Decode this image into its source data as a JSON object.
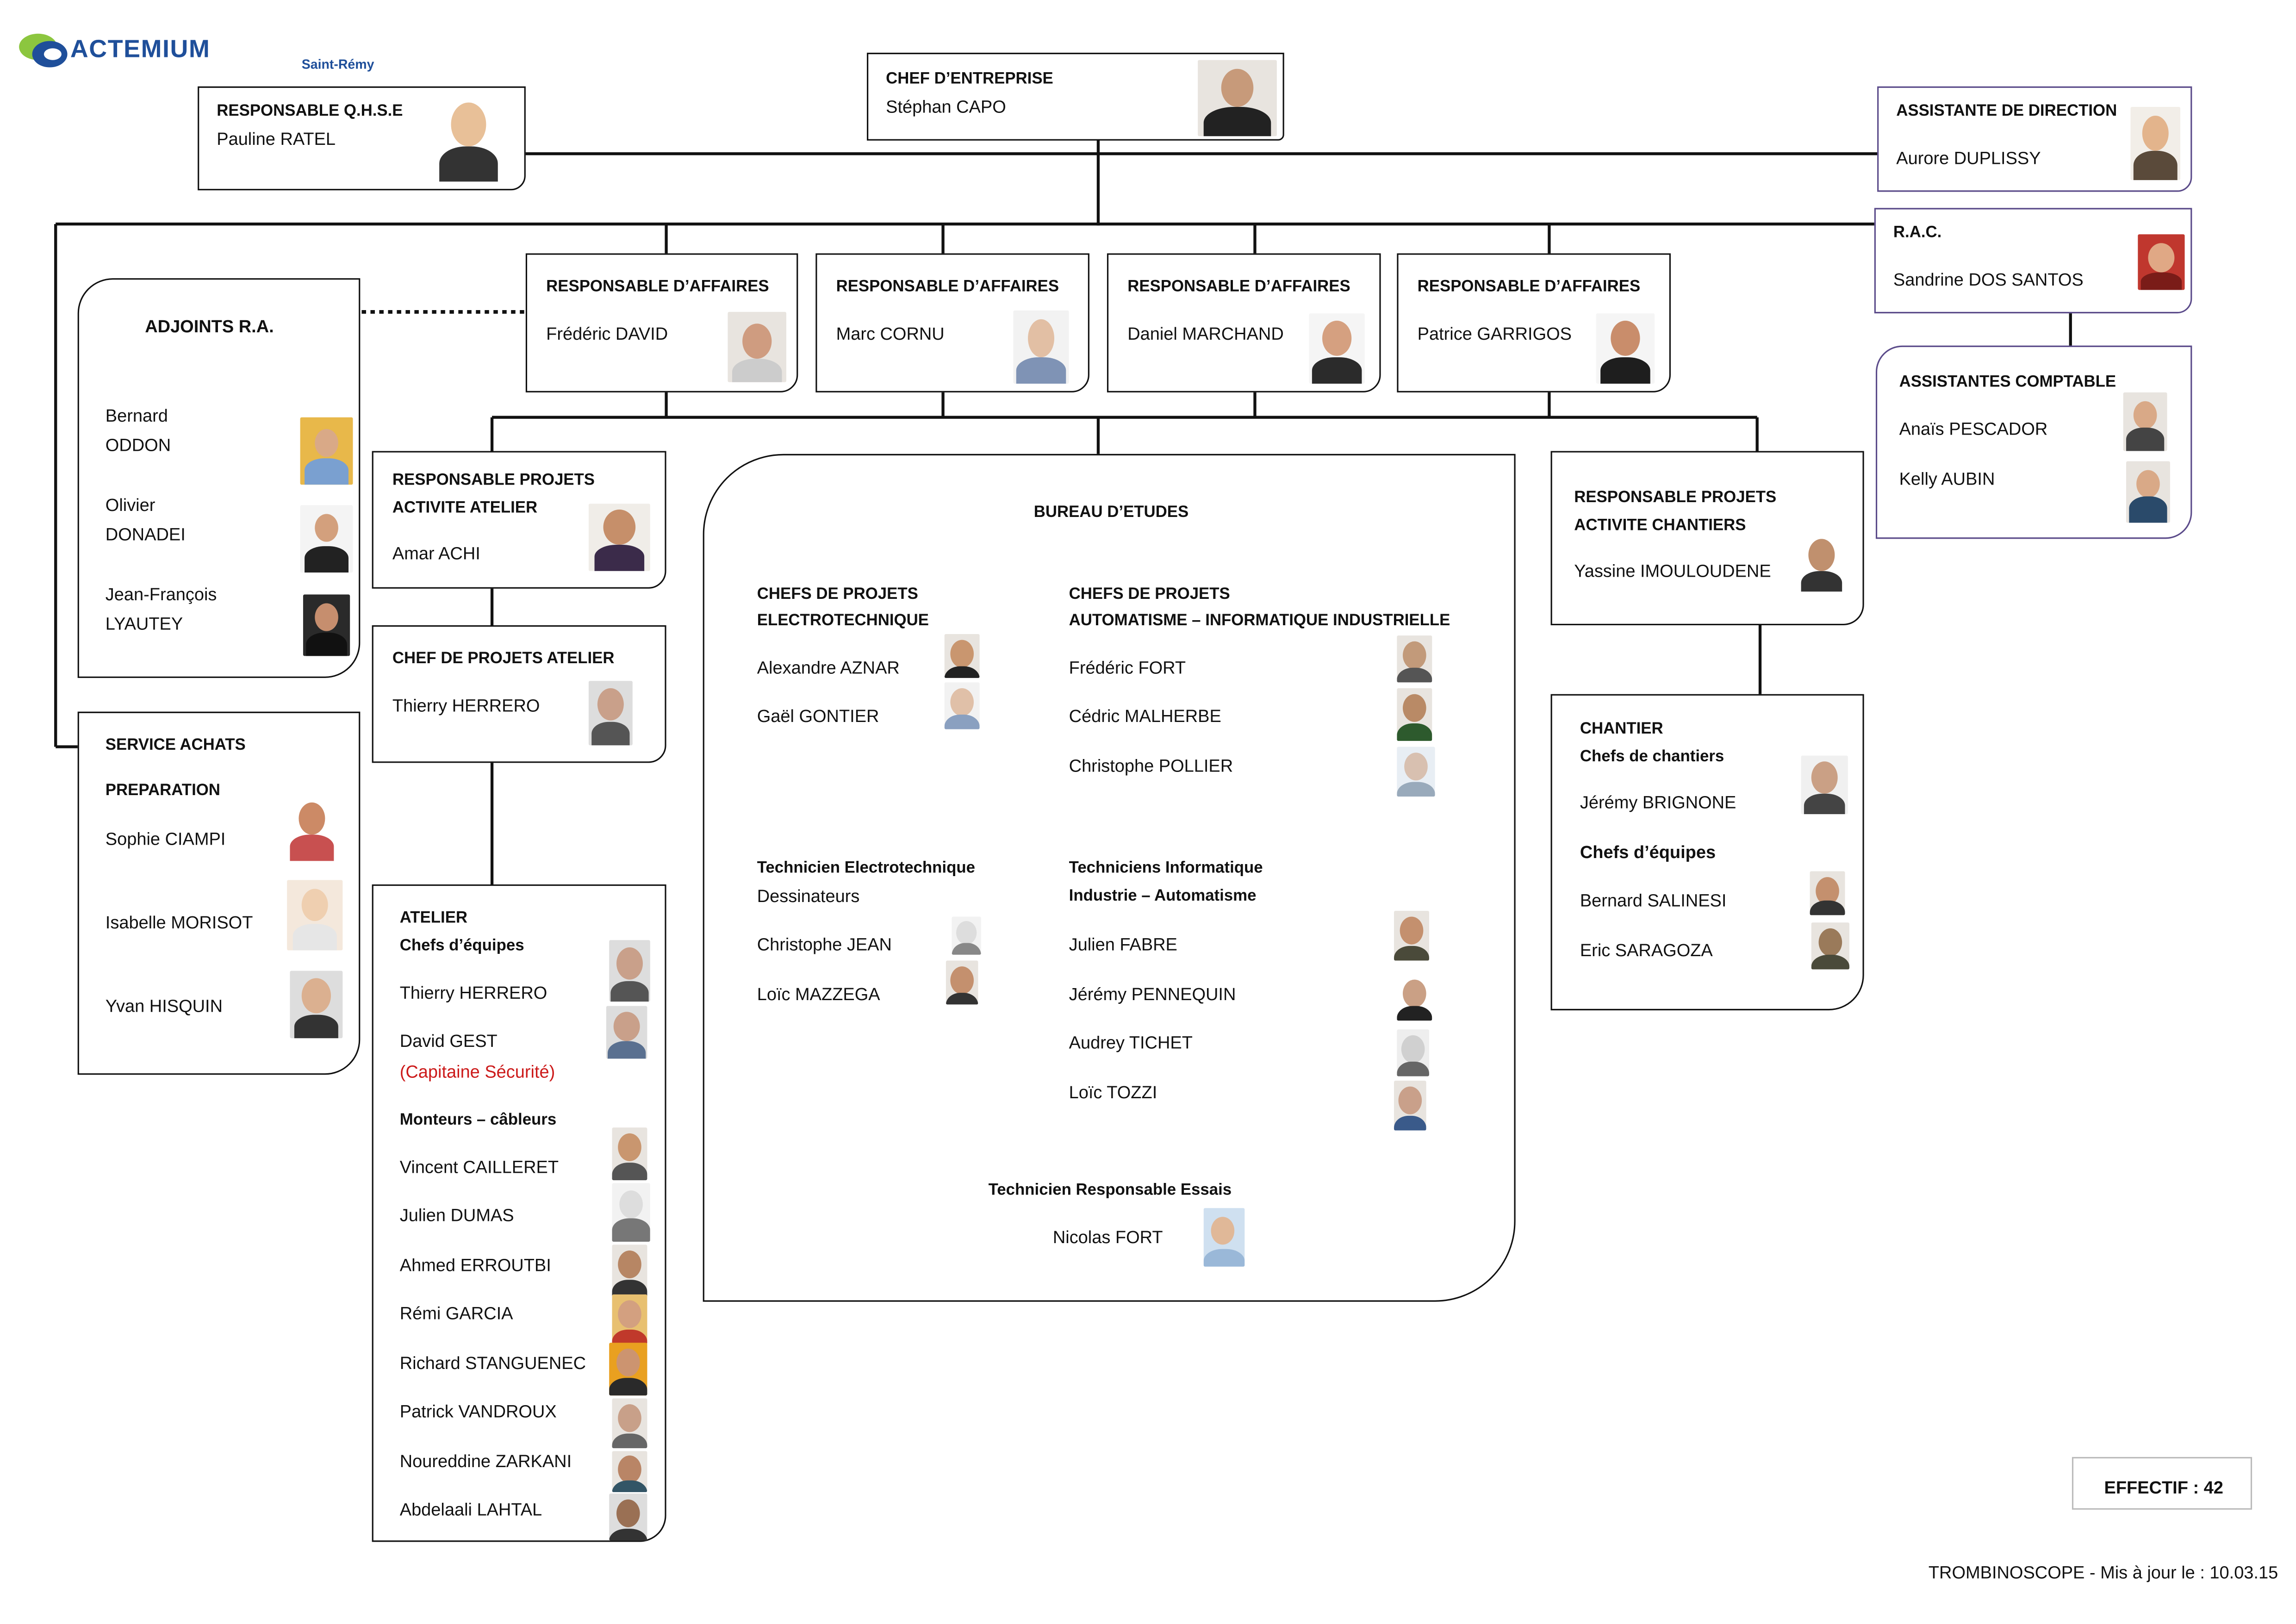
{
  "logo": {
    "brand": "ACTEMIUM",
    "site": "Saint-Rémy"
  },
  "chef": {
    "title": "CHEF D’ENTREPRISE",
    "name": "Stéphan CAPO"
  },
  "qhse": {
    "title": "RESPONSABLE Q.H.S.E",
    "name": "Pauline RATEL"
  },
  "assistante_direction": {
    "title": "ASSISTANTE DE DIRECTION",
    "name": "Aurore DUPLISSY"
  },
  "rac": {
    "title": "R.A.C.",
    "name": "Sandrine DOS SANTOS"
  },
  "assistantes_comptable": {
    "title": "ASSISTANTES COMPTABLE",
    "names": [
      "Anaïs PESCADOR",
      "Kelly AUBIN"
    ]
  },
  "affaires": [
    {
      "title": "RESPONSABLE D’AFFAIRES",
      "name": "Frédéric DAVID"
    },
    {
      "title": "RESPONSABLE D’AFFAIRES",
      "name": "Marc CORNU"
    },
    {
      "title": "RESPONSABLE D’AFFAIRES",
      "name": "Daniel MARCHAND"
    },
    {
      "title": "RESPONSABLE D’AFFAIRES",
      "name": "Patrice GARRIGOS"
    }
  ],
  "adjoints": {
    "title": "ADJOINTS R.A.",
    "people": [
      {
        "l1": "Bernard",
        "l2": "ODDON"
      },
      {
        "l1": "Olivier",
        "l2": "DONADEI"
      },
      {
        "l1": "Jean-François",
        "l2": "LYAUTEY"
      }
    ]
  },
  "achats": {
    "title": "SERVICE ACHATS",
    "subtitle": "PREPARATION",
    "names": [
      "Sophie CIAMPI",
      "Isabelle MORISOT",
      "Yvan HISQUIN"
    ]
  },
  "rp_atelier": {
    "title1": "RESPONSABLE PROJETS",
    "title2": "ACTIVITE ATELIER",
    "name": "Amar ACHI"
  },
  "chef_projets_atelier": {
    "title": "CHEF DE PROJETS ATELIER",
    "name": "Thierry HERRERO"
  },
  "atelier": {
    "title": "ATELIER",
    "chefs_label": "Chefs d’équipes",
    "chefs": [
      "Thierry HERRERO",
      "David GEST"
    ],
    "capitaine": "(Capitaine Sécurité)",
    "monteurs_label": "Monteurs – câbleurs",
    "monteurs": [
      "Vincent CAILLERET",
      "Julien DUMAS",
      "Ahmed ERROUTBI",
      "Rémi GARCIA",
      "Richard STANGUENEC",
      "Patrick VANDROUX",
      "Noureddine ZARKANI",
      "Abdelaali LAHTAL"
    ]
  },
  "bureau": {
    "title": "BUREAU D’ETUDES",
    "cp_elec": {
      "title1": "CHEFS DE PROJETS",
      "title2": "ELECTROTECHNIQUE",
      "names": [
        "Alexandre AZNAR",
        "Gaël GONTIER"
      ]
    },
    "cp_auto": {
      "title1": "CHEFS DE PROJETS",
      "title2": "AUTOMATISME – INFORMATIQUE INDUSTRIELLE",
      "names": [
        "Frédéric FORT",
        "Cédric MALHERBE",
        "Christophe POLLIER"
      ]
    },
    "tech_elec": {
      "title1": "Technicien Electrotechnique",
      "title2": "Dessinateurs",
      "names": [
        "Christophe JEAN",
        "Loïc MAZZEGA"
      ]
    },
    "tech_info": {
      "title1": "Techniciens Informatique",
      "title2": "Industrie – Automatisme",
      "names": [
        "Julien FABRE",
        "Jérémy PENNEQUIN",
        "Audrey TICHET",
        "Loïc TOZZI"
      ]
    },
    "essais": {
      "title": "Technicien Responsable Essais",
      "name": "Nicolas FORT"
    }
  },
  "rp_chantiers": {
    "title1": "RESPONSABLE PROJETS",
    "title2": "ACTIVITE CHANTIERS",
    "name": "Yassine IMOULOUDENE"
  },
  "chantier": {
    "title": "CHANTIER",
    "chefs_chantier_label": "Chefs de chantiers",
    "chef_chantier": "Jérémy BRIGNONE",
    "chefs_equipes_label": "Chefs d’équipes",
    "chefs_equipes": [
      "Bernard SALINESI",
      "Eric SARAGOZA"
    ]
  },
  "effectif": "EFFECTIF : 42",
  "footer": "TROMBINOSCOPE - Mis à jour le : 10.03.15",
  "colors": {
    "line": "#111111",
    "purple_border": "#5b4b8a",
    "brand_blue": "#1f4f9a",
    "brand_green": "#8cc63f",
    "accent_red": "#cc1a1a"
  }
}
